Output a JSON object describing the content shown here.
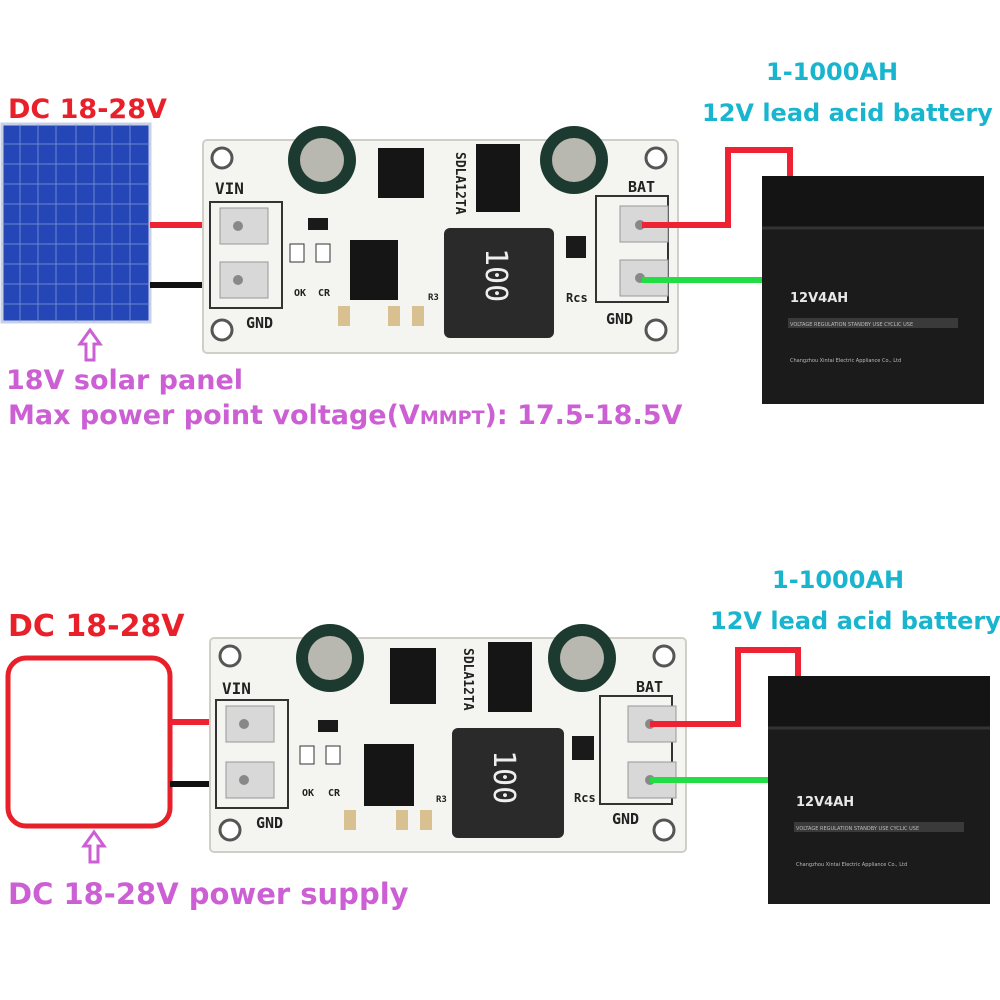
{
  "top": {
    "input_label": "DC 18-28V",
    "source_caption": "18V solar panel",
    "mppt_prefix": "Max power point voltage(V",
    "mppt_sub": "MMPT",
    "mppt_suffix": "): 17.5-18.5V",
    "capacity": "1-1000AH",
    "battery_type": "12V lead acid battery"
  },
  "bottom": {
    "input_label": "DC 18-28V",
    "source_caption": "DC 18-28V power supply",
    "capacity": "1-1000AH",
    "battery_type": "12V lead acid battery"
  },
  "board": {
    "vin": "VIN",
    "gnd_left": "GND",
    "bat": "BAT",
    "gnd_right": "GND",
    "ok": "OK",
    "cr": "CR",
    "rcs": "Rcs",
    "r3": "R3",
    "model": "SDLA12TA",
    "inductor": "100"
  },
  "battery": {
    "model": "12V4AH",
    "subtitle": "VOLTAGE REGULATION  STANDBY USE  CYCLIC USE",
    "maker": "Changzhou Xintai Electric Appliance Co., Ltd"
  },
  "colors": {
    "label_red": "#e8202a",
    "label_teal": "#19b5cf",
    "label_pink": "#cc5fd4",
    "wire_positive": "#ee2233",
    "wire_ground": "#22dd44",
    "wire_black": "#111111"
  }
}
